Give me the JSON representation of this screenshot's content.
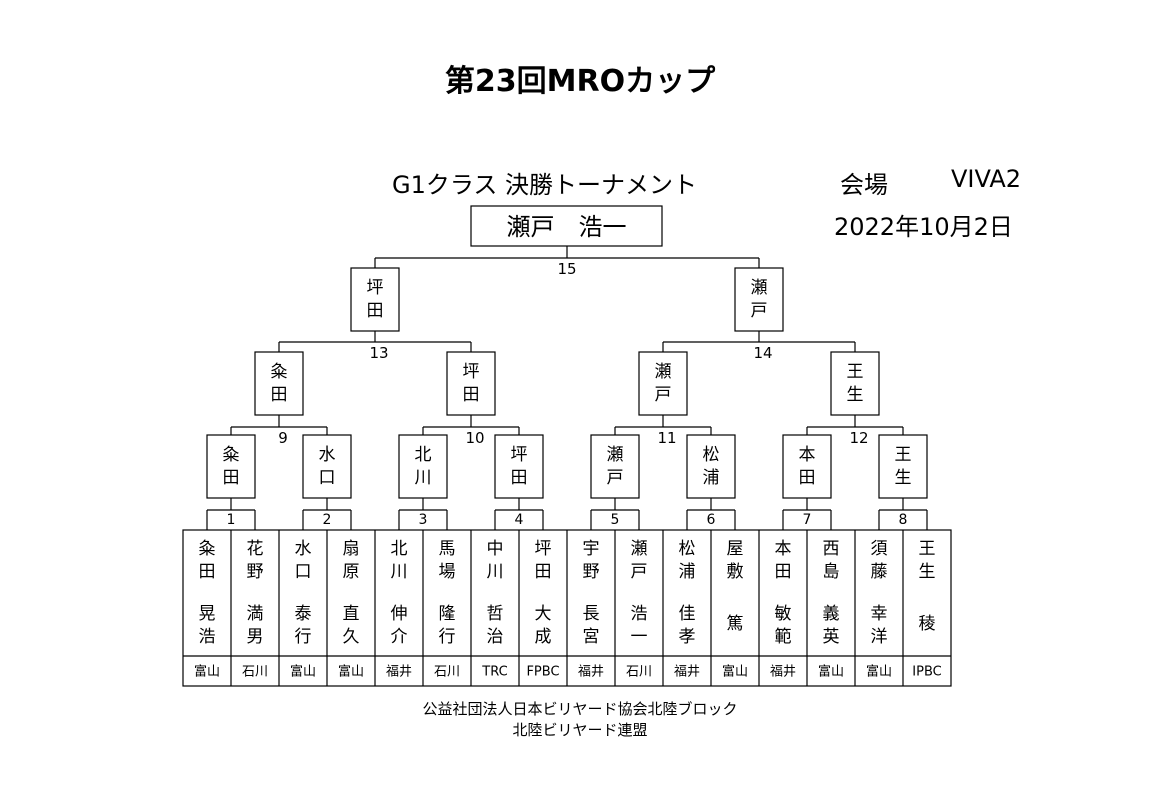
{
  "title": "第23回MROカップ",
  "subtitle": "G1クラス 決勝トーナメント",
  "venue_label": "会場",
  "venue_name": "VIVA2",
  "date": "2022年10月2日",
  "champion": "瀬戸　浩一",
  "players": [
    {
      "family": "粂田",
      "given": "晃浩",
      "club": "富山"
    },
    {
      "family": "花野",
      "given": "満男",
      "club": "石川"
    },
    {
      "family": "水口",
      "given": "泰行",
      "club": "富山"
    },
    {
      "family": "扇原",
      "given": "直久",
      "club": "富山"
    },
    {
      "family": "北川",
      "given": "伸介",
      "club": "福井"
    },
    {
      "family": "馬場",
      "given": "隆行",
      "club": "石川"
    },
    {
      "family": "中川",
      "given": "哲治",
      "club": "TRC"
    },
    {
      "family": "坪田",
      "given": "大成",
      "club": "FPBC"
    },
    {
      "family": "宇野",
      "given": "長宮",
      "club": "福井"
    },
    {
      "family": "瀬戸",
      "given": "浩一",
      "club": "石川"
    },
    {
      "family": "松浦",
      "given": "佳孝",
      "club": "福井"
    },
    {
      "family": "屋敷",
      "given": "篤",
      "club": "富山"
    },
    {
      "family": "本田",
      "given": "敏範",
      "club": "福井"
    },
    {
      "family": "西島",
      "given": "義英",
      "club": "富山"
    },
    {
      "family": "須藤",
      "given": "幸洋",
      "club": "富山"
    },
    {
      "family": "王生",
      "given": "稜",
      "club": "IPBC"
    }
  ],
  "round1_matches": [
    "1",
    "2",
    "3",
    "4",
    "5",
    "6",
    "7",
    "8"
  ],
  "round1_winners": [
    "粂田",
    "水口",
    "北川",
    "坪田",
    "瀬戸",
    "松浦",
    "本田",
    "王生"
  ],
  "round2_matches": [
    "9",
    "10",
    "11",
    "12"
  ],
  "round2_winners": [
    "粂田",
    "坪田",
    "瀬戸",
    "王生"
  ],
  "semifinal_matches": [
    "13",
    "14"
  ],
  "semifinal_winners": [
    "坪田",
    "瀬戸"
  ],
  "final_match": "15",
  "footer": {
    "organization": "公益社団法人日本ビリヤード協会北陸ブロック",
    "league": "北陸ビリヤード連盟"
  }
}
